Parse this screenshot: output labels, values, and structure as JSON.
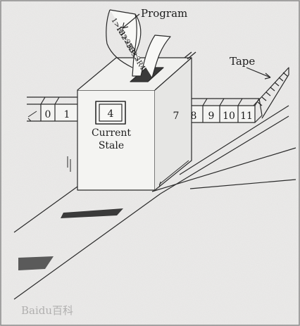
{
  "labels": {
    "program": "Program",
    "tape": "Tape",
    "state_line1": "Current",
    "state_line2": "Stale"
  },
  "program_lines": [
    "1>R1",
    "1B>2",
    "2>R3",
    "3B<3",
    "3>R4"
  ],
  "current_state": "4",
  "tape_cells_left": [
    "0",
    "1"
  ],
  "tape_cells_right": [
    "7",
    "8",
    "9",
    "10",
    "11"
  ],
  "watermark": "Baidu百科",
  "colors": {
    "background": "#ecebea",
    "ink": "#2a2a2a",
    "head_slot": "#3a3a3a",
    "lower_slot": "#5a5a5a"
  }
}
